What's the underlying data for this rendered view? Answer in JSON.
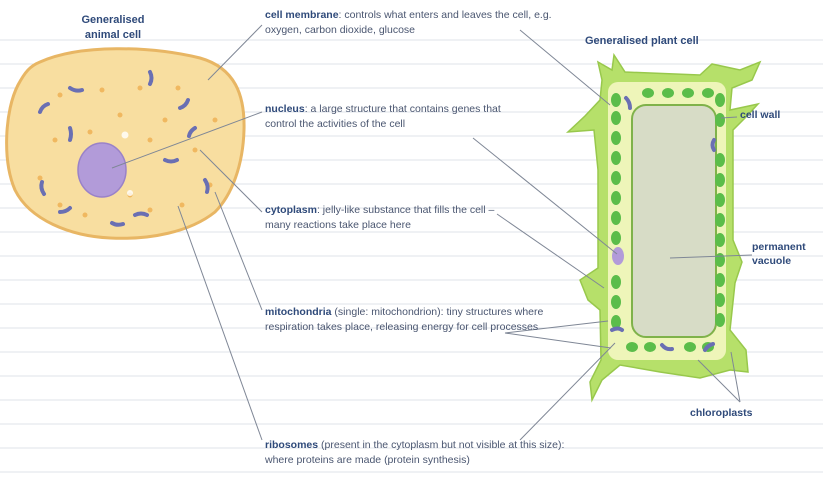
{
  "animal_title": "Generalised\nanimal cell",
  "plant_title": "Generalised plant cell",
  "labels": {
    "membrane": {
      "term": "cell membrane",
      "text": ": controls what enters and leaves the cell, e.g. oxygen, carbon dioxide, glucose"
    },
    "nucleus": {
      "term": "nucleus",
      "text": ": a large structure that contains genes that control the activities of the cell"
    },
    "cytoplasm": {
      "term": "cytoplasm",
      "text": ": jelly-like substance that fills the cell – many reactions take place here"
    },
    "mitochondria": {
      "term": "mitochondria",
      "text": " (single: mitochondrion): tiny structures where respiration takes place, releasing energy for cell processes"
    },
    "ribosomes": {
      "term": "ribosomes",
      "text": " (present in the cytoplasm but not visible at this size): where proteins are made (protein synthesis)"
    }
  },
  "plant_labels": {
    "cell_wall": "cell wall",
    "vacuole": "permanent\nvacuole",
    "chloroplasts": "chloroplasts"
  },
  "colors": {
    "animal_fill": "#f8dea0",
    "animal_edge": "#e8b664",
    "nucleus": "#b29bd9",
    "mito": "#6a6fb3",
    "plant_wall": "#b6e06a",
    "plant_cyto": "#eef5b9",
    "vacuole": "#d7dcc6",
    "chloroplast": "#5bbd4a",
    "line": "#7f8796"
  }
}
